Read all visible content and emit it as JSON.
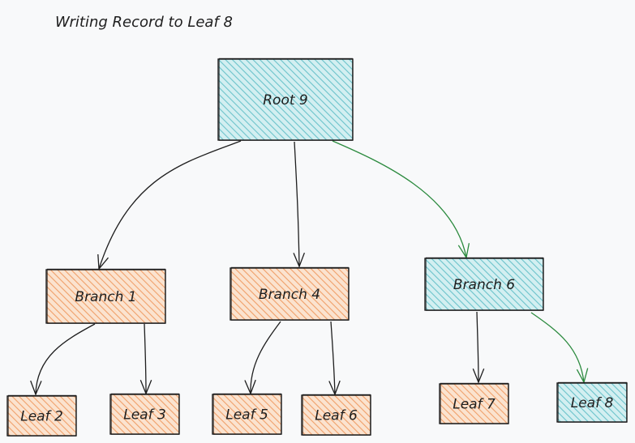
{
  "title": "Writing Record to Leaf 8",
  "colors": {
    "orange_fill": "#f4b384",
    "orange_stroke": "#1e1e1e",
    "teal_fill": "#8fd3d9",
    "edge_default": "#1e1e1e",
    "edge_highlight": "#2b8a3e",
    "background": "#f8f9fa"
  },
  "nodes": [
    {
      "id": "root",
      "label": "Root 9",
      "highlight": true
    },
    {
      "id": "branch1",
      "label": "Branch 1",
      "highlight": false
    },
    {
      "id": "branch4",
      "label": "Branch 4",
      "highlight": false
    },
    {
      "id": "branch6",
      "label": "Branch 6",
      "highlight": true
    },
    {
      "id": "leaf2",
      "label": "Leaf 2",
      "highlight": false
    },
    {
      "id": "leaf3",
      "label": "Leaf 3",
      "highlight": false
    },
    {
      "id": "leaf5",
      "label": "Leaf 5",
      "highlight": false
    },
    {
      "id": "leaf6",
      "label": "Leaf 6",
      "highlight": false
    },
    {
      "id": "leaf7",
      "label": "Leaf 7",
      "highlight": false
    },
    {
      "id": "leaf8",
      "label": "Leaf 8",
      "highlight": true
    }
  ],
  "edges": [
    {
      "from": "root",
      "to": "branch1",
      "highlight": false
    },
    {
      "from": "root",
      "to": "branch4",
      "highlight": false
    },
    {
      "from": "root",
      "to": "branch6",
      "highlight": true
    },
    {
      "from": "branch1",
      "to": "leaf2",
      "highlight": false
    },
    {
      "from": "branch1",
      "to": "leaf3",
      "highlight": false
    },
    {
      "from": "branch4",
      "to": "leaf5",
      "highlight": false
    },
    {
      "from": "branch4",
      "to": "leaf6",
      "highlight": false
    },
    {
      "from": "branch6",
      "to": "leaf7",
      "highlight": false
    },
    {
      "from": "branch6",
      "to": "leaf8",
      "highlight": true
    }
  ]
}
